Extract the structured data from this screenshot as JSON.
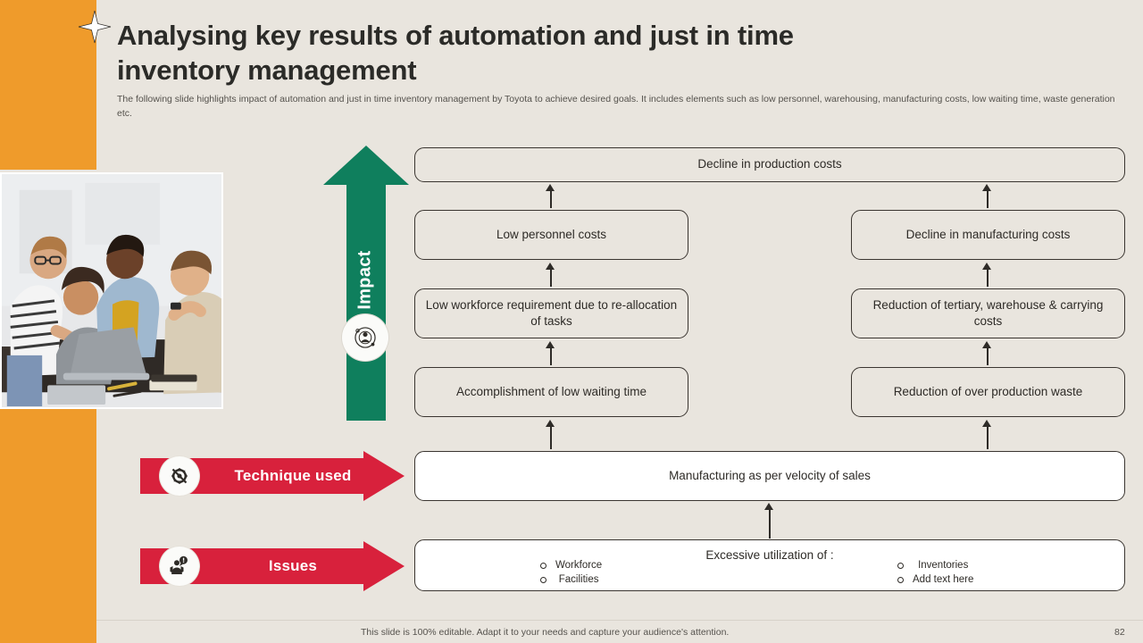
{
  "header": {
    "title": "Analysing key results of automation and just in time inventory management",
    "subtitle": "The following slide highlights impact of automation and just in time inventory management by Toyota to achieve desired goals. It includes elements such as low personnel, warehousing, manufacturing costs, low waiting time, waste generation etc."
  },
  "impact": {
    "label": "Impact",
    "icon": "target-people-icon"
  },
  "flow": {
    "top_box": "Decline in production costs",
    "left_column": [
      "Low personnel costs",
      "Low workforce requirement due to re-allocation of tasks",
      "Accomplishment of low waiting time"
    ],
    "right_column": [
      "Decline in manufacturing costs",
      "Reduction of tertiary, warehouse & carrying costs",
      "Reduction of over production waste"
    ],
    "middle_box": "Manufacturing as per velocity of sales",
    "bottom_box": {
      "heading": "Excessive utilization of :",
      "bullets_left": [
        "Workforce",
        "Facilities"
      ],
      "bullets_right": [
        "Inventories",
        "Add text here"
      ]
    }
  },
  "banners": [
    {
      "label": "Technique used",
      "icon": "gear-cross-icon"
    },
    {
      "label": "Issues",
      "icon": "person-alert-icon"
    }
  ],
  "footer": {
    "note": "This slide is 100% editable. Adapt it to your needs and capture your audience's attention.",
    "page_number": "82"
  },
  "colors": {
    "background": "#e9e5de",
    "orange": "#ef9b2b",
    "green": "#0f7f5d",
    "red": "#d8213c",
    "ink": "#2e2b27"
  }
}
